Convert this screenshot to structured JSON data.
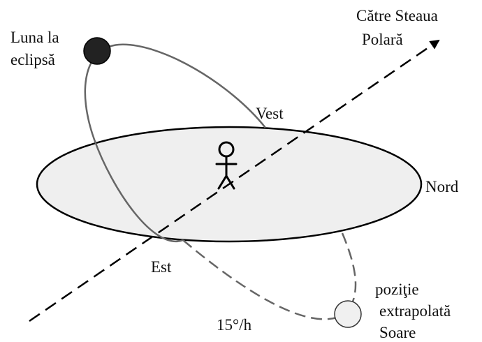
{
  "labels": {
    "moon_line1": "Luna la",
    "moon_line2": "eclipsă",
    "polaris_line1": "Către Steaua",
    "polaris_line2": "Polară",
    "west": "Vest",
    "north": "Nord",
    "east": "Est",
    "rate": "15°/h",
    "sun_line1": "poziţie",
    "sun_line2": "extrapolată",
    "sun_line3": "Soare"
  },
  "colors": {
    "horizon_fill": "#efefef",
    "outline": "#000000",
    "moon_fill": "#222222",
    "sun_fill": "#f0f0f0",
    "path_stroke": "#666666"
  }
}
